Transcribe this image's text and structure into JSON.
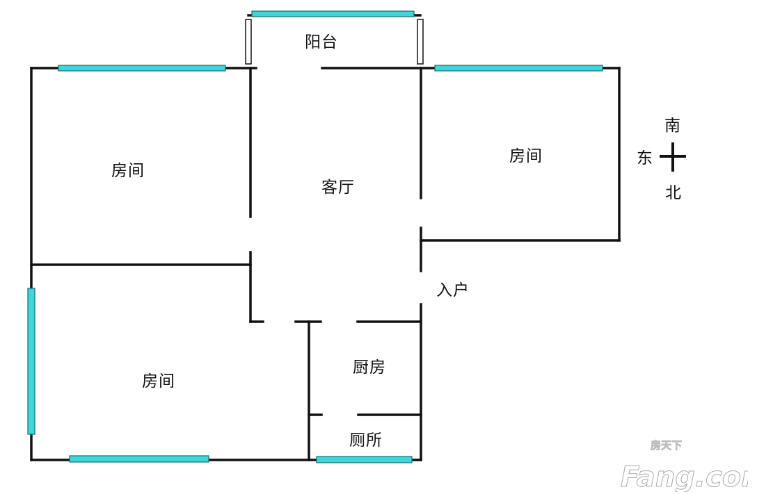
{
  "rooms": {
    "balcony": "阳台",
    "bedroom_nw": "房间",
    "living_room": "客厅",
    "bedroom_ne": "房间",
    "bedroom_sw": "房间",
    "entrance": "入户",
    "kitchen": "厨房",
    "toilet": "厕所"
  },
  "compass": {
    "south": "南",
    "east": "东",
    "north": "北"
  },
  "watermark": {
    "cn": "房天下",
    "en": "Fang.com"
  },
  "colors": {
    "wall": "#111111",
    "window": "#3fd6d9"
  }
}
